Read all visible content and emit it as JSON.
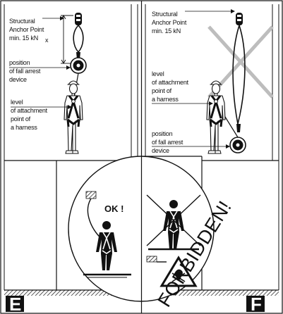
{
  "panel_e": {
    "label_anchor": [
      "Structural",
      "Anchor Point",
      "min. 15 kN"
    ],
    "label_x": "x",
    "label_device": [
      "position",
      "of fall arrest",
      "device"
    ],
    "label_harness": [
      "level",
      "of attachment",
      "point of",
      "a harness"
    ],
    "badge": "E"
  },
  "panel_f": {
    "label_anchor": [
      "Structural",
      "Anchor Point",
      "min. 15 kN"
    ],
    "label_harness": [
      "level",
      "of attachment",
      "point of",
      "a harness"
    ],
    "label_device": [
      "position",
      "of fall arrest",
      "device"
    ],
    "badge": "F"
  },
  "circle": {
    "ok_text": "OK !",
    "forbidden_text": "FORBIDDEN!"
  },
  "colors": {
    "ink": "#111111",
    "cross": "#bdbdbd",
    "ground": "#cfcfcf"
  }
}
